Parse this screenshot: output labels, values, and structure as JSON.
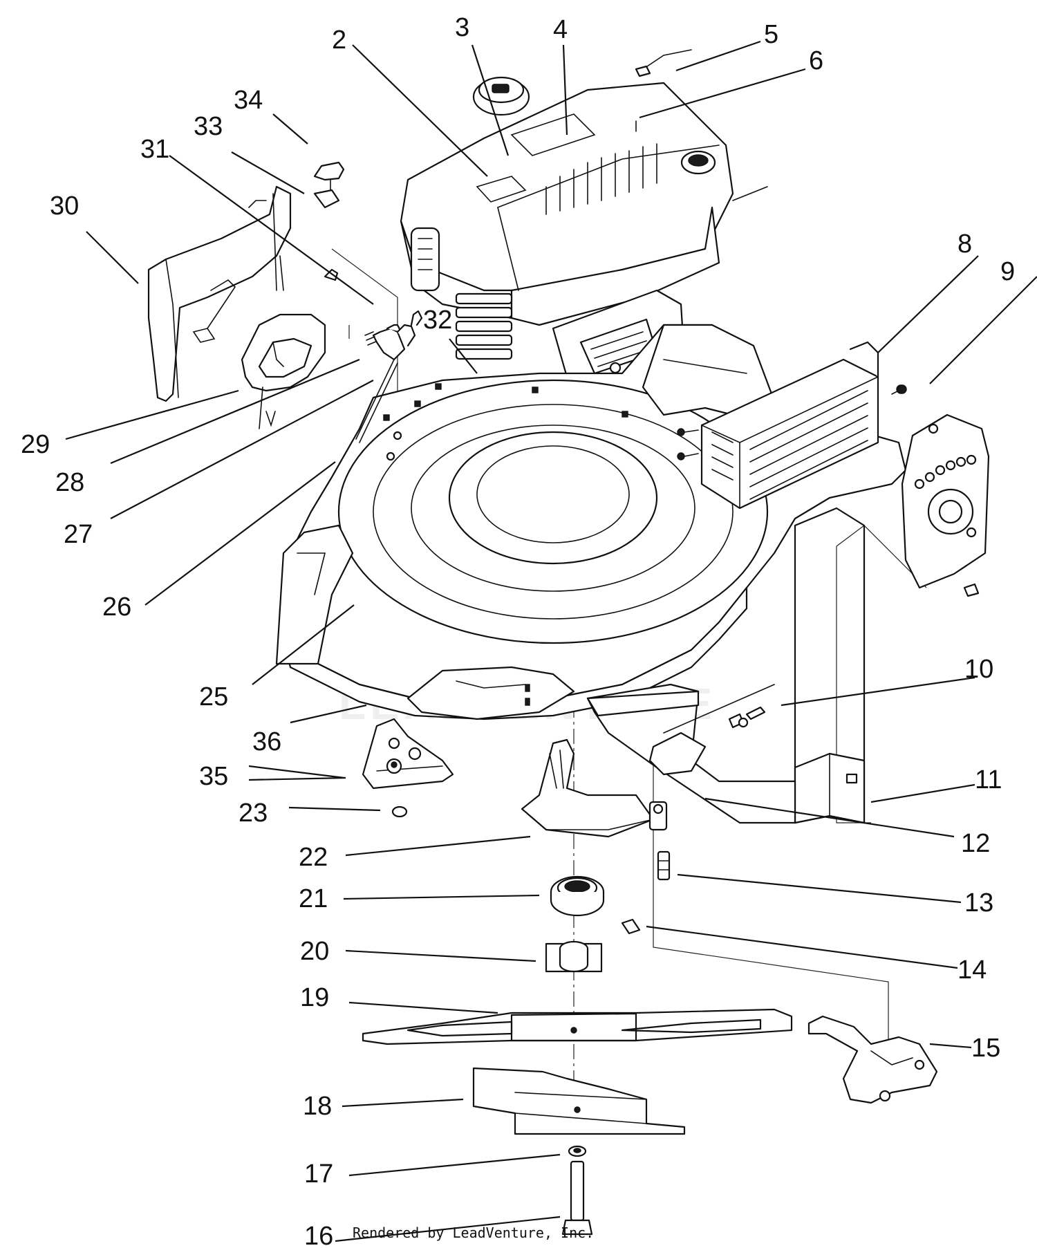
{
  "callouts": [
    "2",
    "3",
    "4",
    "5",
    "6",
    "8",
    "9",
    "10",
    "11",
    "12",
    "13",
    "14",
    "15",
    "16",
    "17",
    "18",
    "19",
    "20",
    "21",
    "22",
    "23",
    "25",
    "26",
    "27",
    "28",
    "29",
    "30",
    "31",
    "32",
    "33",
    "34",
    "35",
    "36"
  ],
  "watermark": "LEADVENTURE",
  "credit": "Rendered by LeadVenture, Inc."
}
